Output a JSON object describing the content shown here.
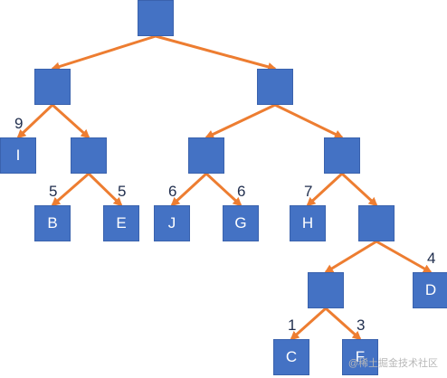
{
  "diagram": {
    "type": "huffman-tree",
    "nodes": [
      {
        "id": "n0",
        "label": ""
      },
      {
        "id": "n1",
        "label": ""
      },
      {
        "id": "n2",
        "label": ""
      },
      {
        "id": "I",
        "label": "I",
        "weight": "9"
      },
      {
        "id": "n4",
        "label": ""
      },
      {
        "id": "n5",
        "label": ""
      },
      {
        "id": "n6",
        "label": ""
      },
      {
        "id": "B",
        "label": "B",
        "weight": "5"
      },
      {
        "id": "E",
        "label": "E",
        "weight": "5"
      },
      {
        "id": "J",
        "label": "J",
        "weight": "6"
      },
      {
        "id": "G",
        "label": "G",
        "weight": "6"
      },
      {
        "id": "H",
        "label": "H",
        "weight": "7"
      },
      {
        "id": "n12",
        "label": ""
      },
      {
        "id": "n13",
        "label": ""
      },
      {
        "id": "D",
        "label": "D",
        "weight": "4"
      },
      {
        "id": "C",
        "label": "C",
        "weight": "1"
      },
      {
        "id": "F",
        "label": "F",
        "weight": "3"
      }
    ],
    "edges": [
      {
        "from": "n0",
        "to": "n1"
      },
      {
        "from": "n0",
        "to": "n2"
      },
      {
        "from": "n1",
        "to": "I"
      },
      {
        "from": "n1",
        "to": "n4"
      },
      {
        "from": "n2",
        "to": "n5"
      },
      {
        "from": "n2",
        "to": "n6"
      },
      {
        "from": "n4",
        "to": "B"
      },
      {
        "from": "n4",
        "to": "E"
      },
      {
        "from": "n5",
        "to": "J"
      },
      {
        "from": "n5",
        "to": "G"
      },
      {
        "from": "n6",
        "to": "H"
      },
      {
        "from": "n6",
        "to": "n12"
      },
      {
        "from": "n12",
        "to": "n13"
      },
      {
        "from": "n12",
        "to": "D"
      },
      {
        "from": "n13",
        "to": "C"
      },
      {
        "from": "n13",
        "to": "F"
      }
    ]
  },
  "colors": {
    "node_fill": "#4472c4",
    "edge": "#ed7d31",
    "weight_text": "#1f2d4d"
  },
  "watermark": "@稀土掘金技术社区"
}
